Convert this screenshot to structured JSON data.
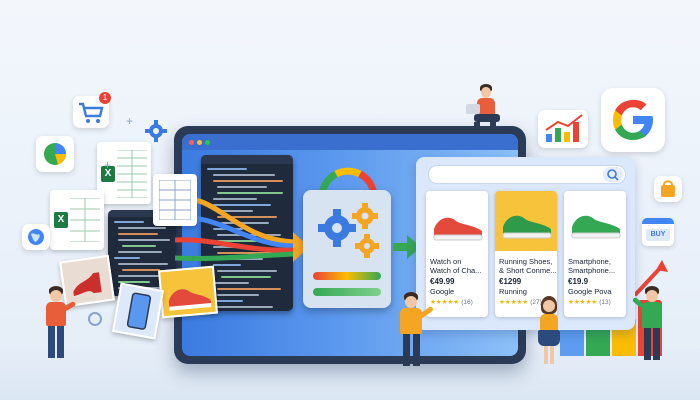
{
  "search": {
    "placeholder": ""
  },
  "products": [
    {
      "title_line1": "Watch on",
      "title_line2": "Watch of Cha...",
      "price": "€49.99",
      "source": "Google",
      "stars": "★★★★★",
      "count": "(16)"
    },
    {
      "title_line1": "Running Shoes,",
      "title_line2": "& Short Conme...",
      "price": "€1299",
      "source": "Running",
      "stars": "★★★★★",
      "count": "(27)"
    },
    {
      "title_line1": "Smartphone,",
      "title_line2": "Smartphone...",
      "price": "€19.9",
      "source": "Google Pova",
      "stars": "★★★★★",
      "count": "(13)"
    }
  ],
  "buy_tag": "BUY",
  "cart_badge": "1",
  "icons": [
    "cart-icon",
    "gear-icon",
    "pie-chart-icon",
    "excel-icon",
    "globe-icon",
    "google-logo",
    "trend-chart-icon",
    "shopping-bag-icon",
    "search-icon",
    "laptop-icon"
  ],
  "colors": {
    "accent_blue": "#3b7be0",
    "google_blue": "#4285f4",
    "google_red": "#ea4335",
    "google_yellow": "#fbbc05",
    "google_green": "#34a853",
    "excel_green": "#1d7a43"
  }
}
